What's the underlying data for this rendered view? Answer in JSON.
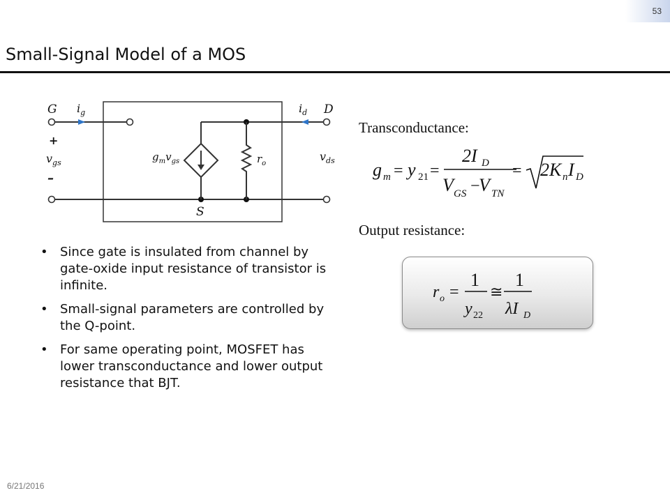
{
  "slide": {
    "page_number": "53",
    "title": "Small-Signal Model of a MOS",
    "date": "6/21/2016"
  },
  "circuit": {
    "terminals": {
      "gate": "G",
      "drain": "D",
      "source": "S"
    },
    "currents": {
      "gate_base": "i",
      "gate_sub": "g",
      "drain_base": "i",
      "drain_sub": "d"
    },
    "input_voltage": {
      "base": "v",
      "sub": "gs",
      "plus": "+",
      "minus": "–"
    },
    "output_voltage": {
      "base": "v",
      "sub": "ds"
    },
    "source_label": {
      "g": "g",
      "m": "m",
      "v": "v",
      "gs": "gs"
    },
    "resistor_label": {
      "base": "r",
      "sub": "o"
    }
  },
  "bullets": [
    "Since gate is insulated from channel by gate-oxide input resistance of transistor is infinite.",
    "Small-signal parameters are controlled by the Q-point.",
    "For same operating point, MOSFET has lower transconductance and lower output resistance that BJT."
  ],
  "bullet_symbol": "•",
  "right": {
    "transconductance_label": "Transconductance:",
    "output_resistance_label": "Output resistance:"
  },
  "eq_gm": {
    "g": "g",
    "m": "m",
    "eq": "=",
    "y": "y",
    "y_sub": "21",
    "num": "2I",
    "num_sub": "D",
    "den_v1": "V",
    "den_v1_sub": "GS",
    "minus": "−",
    "den_v2": "V",
    "den_v2_sub": "TN",
    "eq2": "=",
    "root_body": "2K",
    "root_sub_n": "n",
    "root_i": "I",
    "root_i_sub": "D"
  },
  "eq_ro": {
    "r": "r",
    "r_sub": "o",
    "eq": "=",
    "one1": "1",
    "y": "y",
    "y_sub": "22",
    "approx": "≅",
    "one2": "1",
    "lambda": "λI",
    "lambda_sub": "D"
  },
  "colors": {
    "arrow_blue": "#2e75c8",
    "title_rule": "#111111"
  }
}
